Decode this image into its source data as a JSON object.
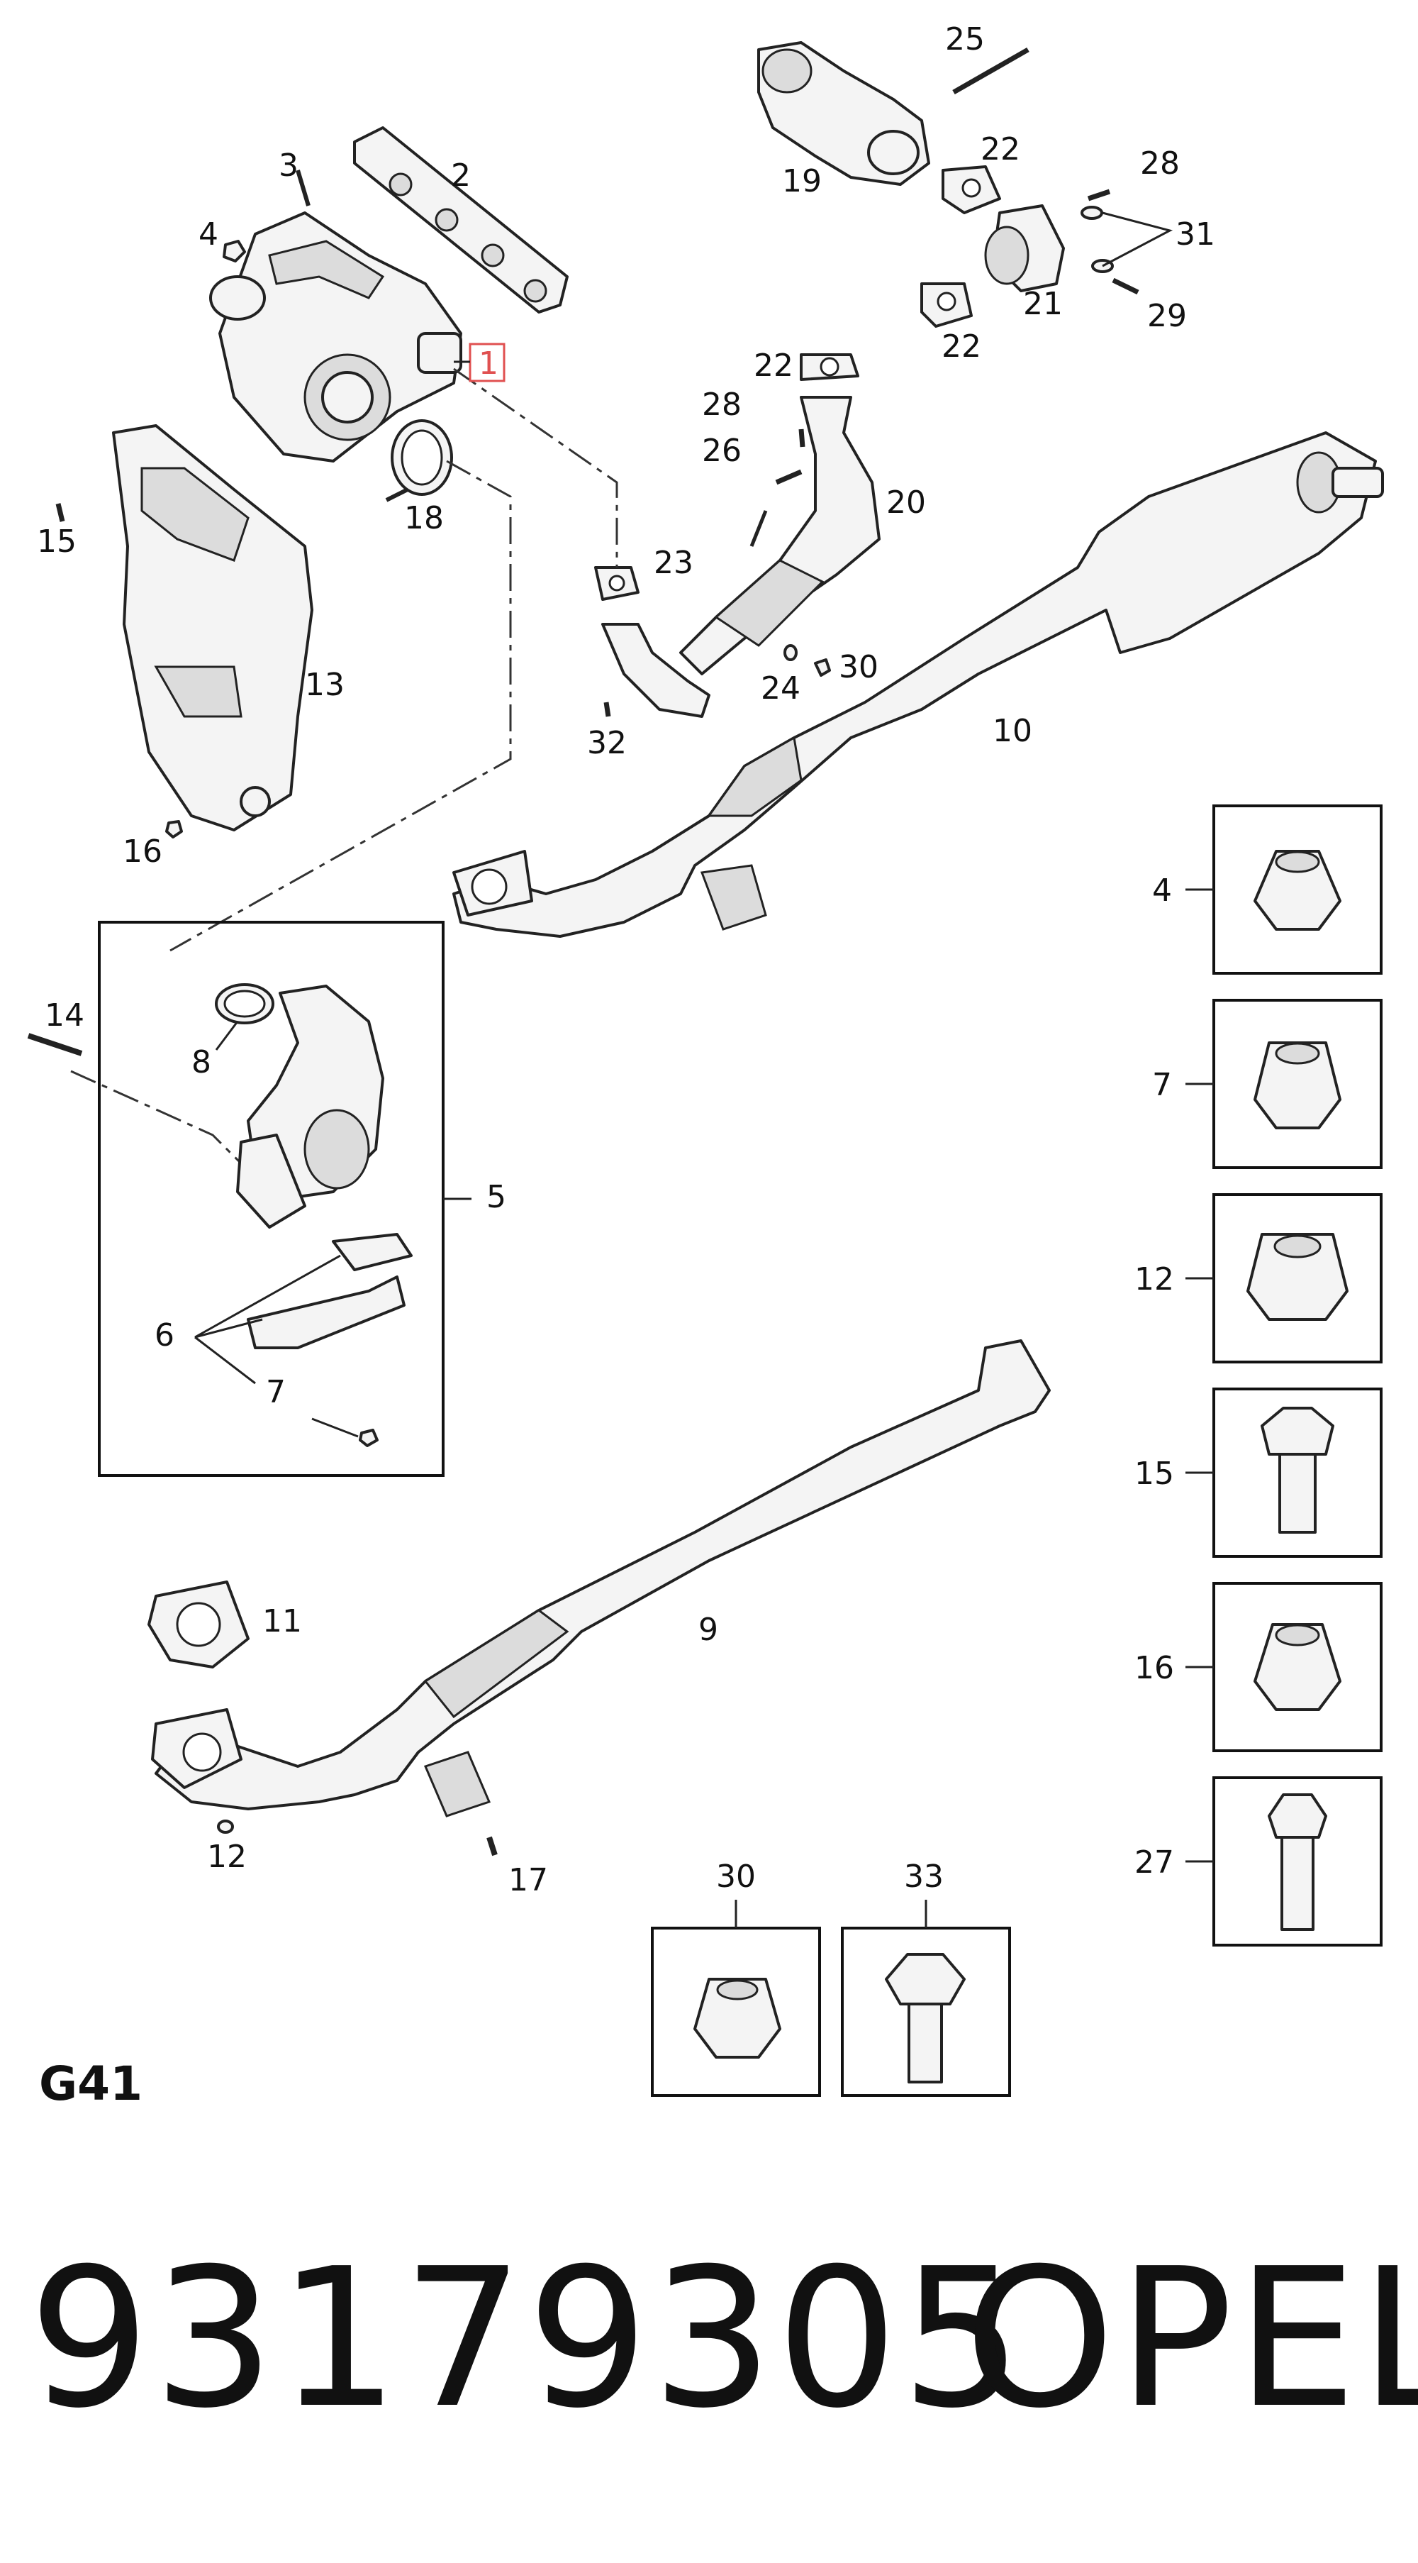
{
  "diagram": {
    "code": "G41",
    "part_number": "93179305",
    "brand": "OPEL",
    "highlight_color": "#e05050",
    "callouts": {
      "c1": "1",
      "c2": "2",
      "c3": "3",
      "c4": "4",
      "c5": "5",
      "c6": "6",
      "c7": "7",
      "c8": "8",
      "c9": "9",
      "c10": "10",
      "c11": "11",
      "c12": "12",
      "c13": "13",
      "c14": "14",
      "c15": "15",
      "c16": "16",
      "c17": "17",
      "c18": "18",
      "c19": "19",
      "c20": "20",
      "c21": "21",
      "c22a": "22",
      "c22b": "22",
      "c22c": "22",
      "c23": "23",
      "c24": "24",
      "c25": "25",
      "c26": "26",
      "c28": "28",
      "c29": "29",
      "c30": "30",
      "c31": "31",
      "c32": "32"
    },
    "legend": {
      "l4": "4",
      "l7": "7",
      "l12": "12",
      "l15": "15",
      "l16": "16",
      "l27": "27",
      "l30": "30",
      "l33": "33"
    }
  }
}
